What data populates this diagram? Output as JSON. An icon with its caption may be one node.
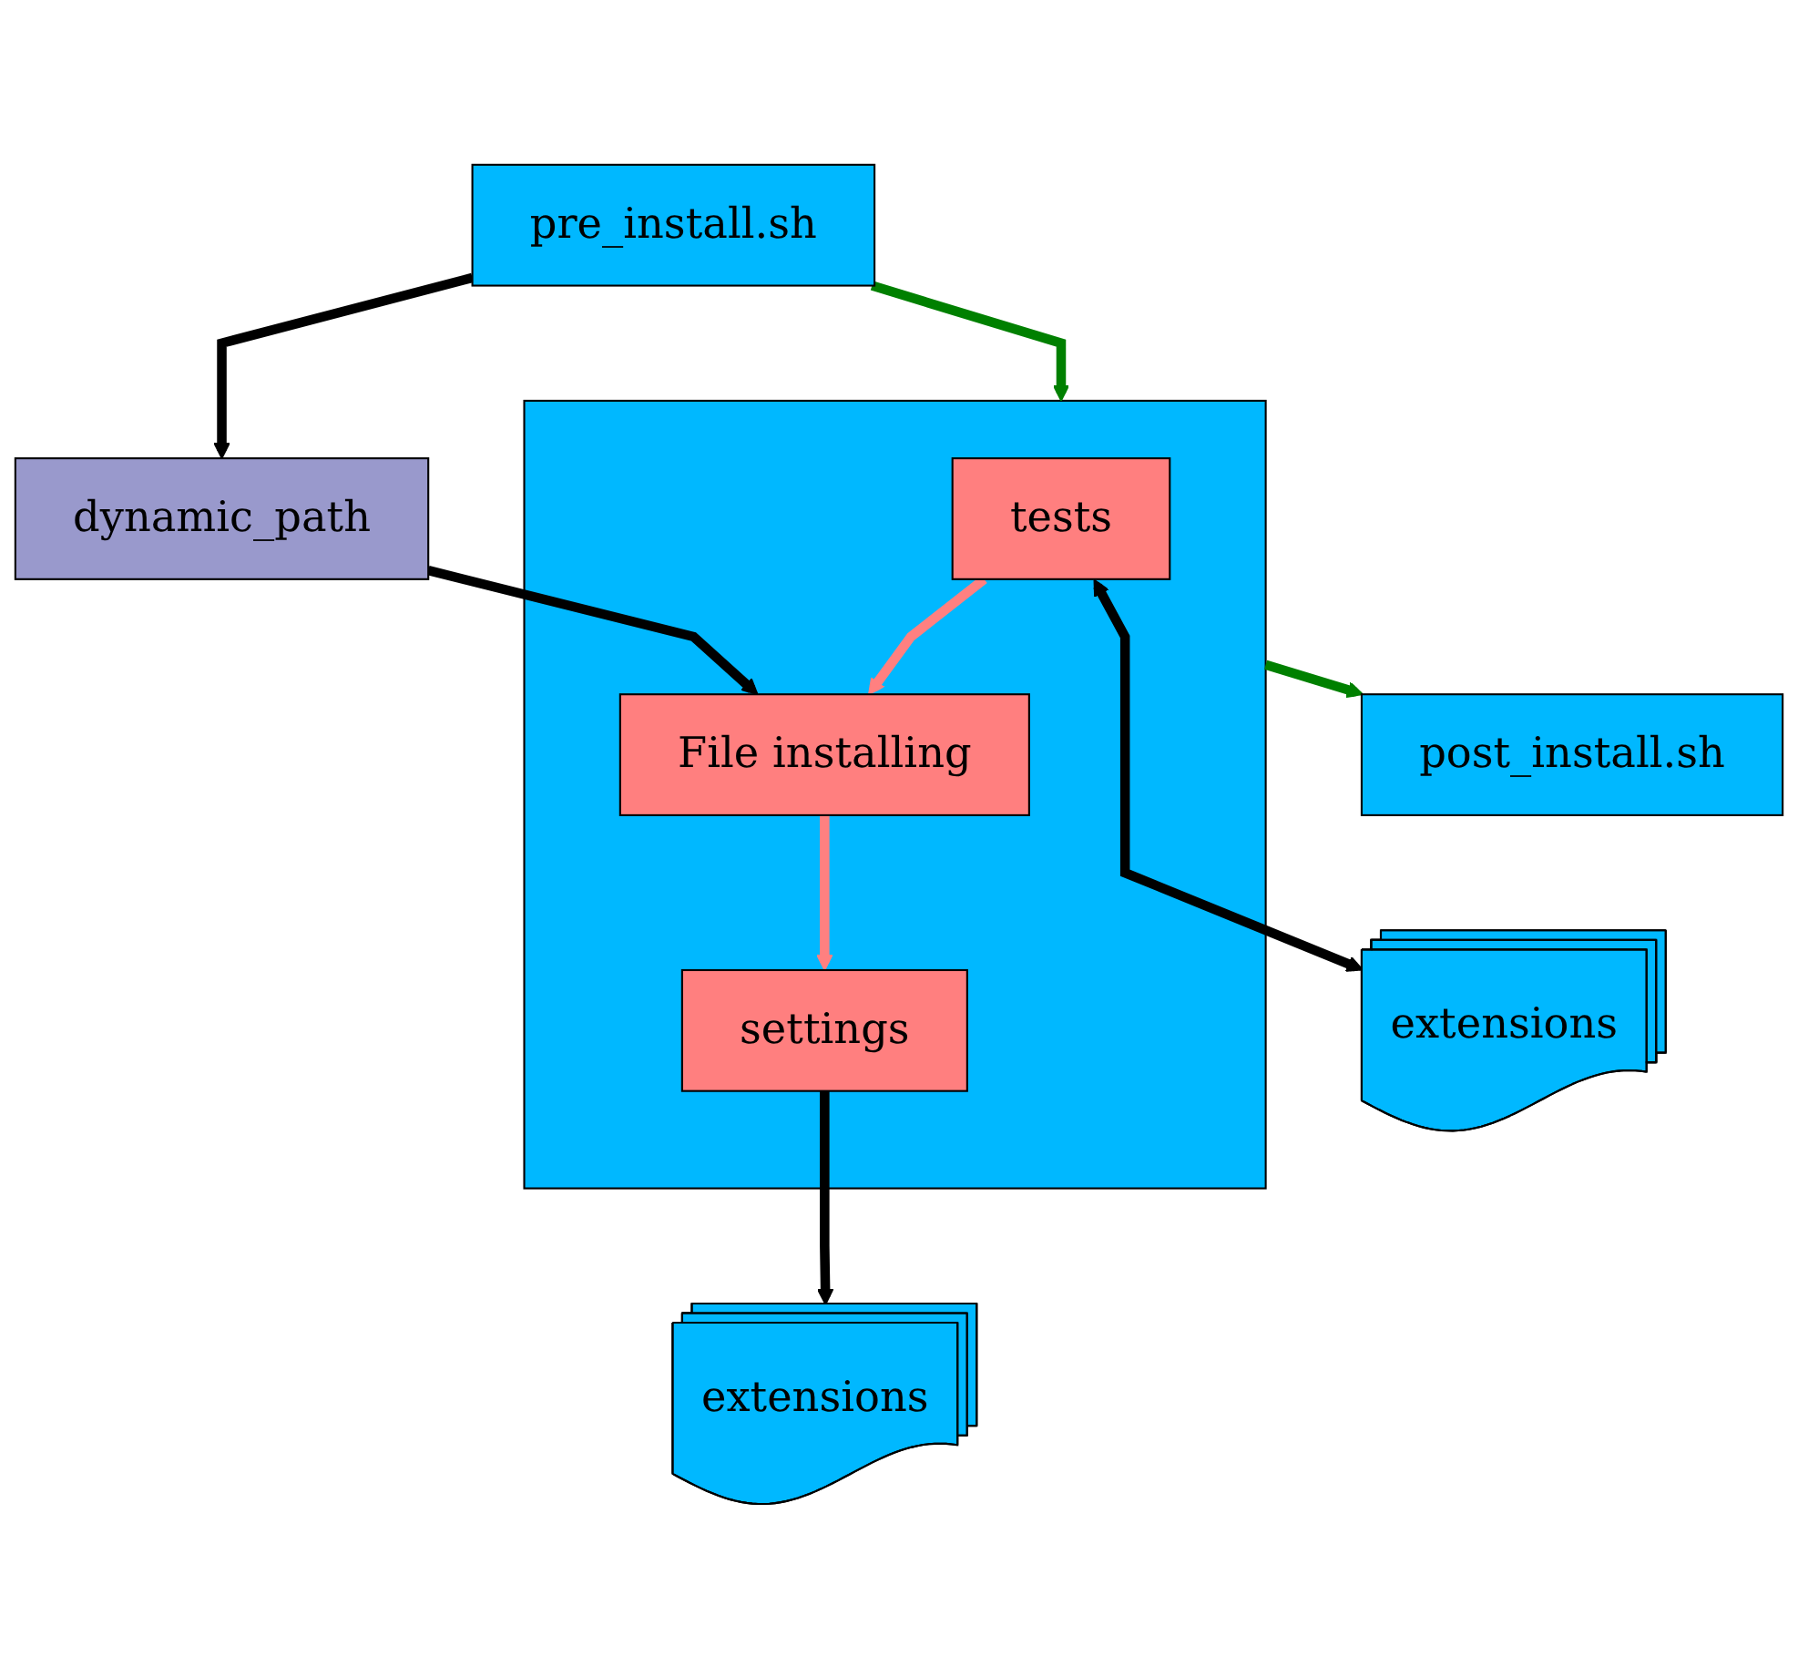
{
  "diagram": {
    "nodes": [
      {
        "text": [
          "pre_install.sh"
        ]
      },
      {
        "text": [
          "dynamic_path"
        ]
      },
      {
        "text": [],
        "shape": "box"
      },
      {
        "text": [
          "tests"
        ],
        "in": 2
      },
      {
        "text": [
          "File installing"
        ],
        "in": 2
      },
      {
        "text": [
          "settings"
        ],
        "in": 2
      },
      {
        "text": [
          "extensions"
        ]
      },
      {
        "text": [
          "extensions"
        ]
      },
      {
        "text": [
          "post_install.sh"
        ]
      }
    ],
    "edges": [
      {
        "from": 0,
        "to": 2,
        "arrow": "to",
        "color": "#008000"
      },
      {
        "from": 0,
        "to": 1,
        "arrow": "to"
      },
      {
        "from": 3,
        "to": 6,
        "arrow": "both"
      },
      {
        "from": 1,
        "to": 4,
        "arrow": "to"
      },
      {
        "from": 3,
        "to": 4,
        "arrow": "to",
        "color": "#ff8080"
      },
      {
        "from": 4,
        "to": 5,
        "arrow": "to",
        "color": "#ff8080"
      },
      {
        "from": 5,
        "to": 7,
        "arrow": "to"
      },
      {
        "from": 2,
        "to": 8,
        "arrow": "to",
        "color": "#008000"
      }
    ]
  }
}
